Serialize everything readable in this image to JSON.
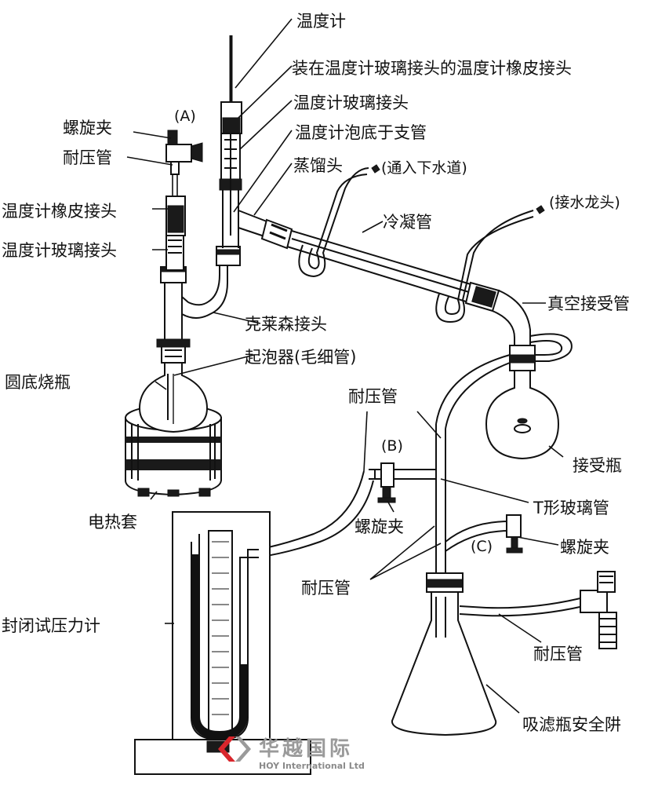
{
  "labels": {
    "thermometer": "温度计",
    "thermo_rubber_on_glass": "装在温度计玻璃接头的温度计橡皮接头",
    "thermo_glass_joint_top": "温度计玻璃接头",
    "thermo_bulb_below_branch": "温度计泡底于支管",
    "distill_head": "蒸馏头",
    "to_drain": "(通入下水道)",
    "condenser": "冷凝管",
    "to_tap": "(接水龙头)",
    "vacuum_adapter": "真空接受管",
    "claisen_adapter": "克莱森接头",
    "bubbler": "起泡器(毛细管)",
    "round_flask": "圆底烧瓶",
    "heating_mantle": "电热套",
    "screw_clamp_a": "螺旋夹",
    "pressure_tube_a": "耐压管",
    "thermo_rubber_left": "温度计橡皮接头",
    "thermo_glass_left": "温度计玻璃接头",
    "marker_a": "(A)",
    "pressure_tube_b": "耐压管",
    "marker_b": "(B)",
    "receiver_flask": "接受瓶",
    "t_tube": "T形玻璃管",
    "screw_clamp_b": "螺旋夹",
    "marker_c": "(C)",
    "screw_clamp_c": "螺旋夹",
    "pressure_tube_c": "耐压管",
    "manometer": "封闭试压力计",
    "pressure_tube_d": "耐压管",
    "safety_flask": "吸滤瓶安全阱"
  },
  "watermark": {
    "cn": "华越国际",
    "en": "HOY International Ltd",
    "colors": {
      "red": "#d9262c",
      "grey": "#9a9a9a"
    }
  }
}
